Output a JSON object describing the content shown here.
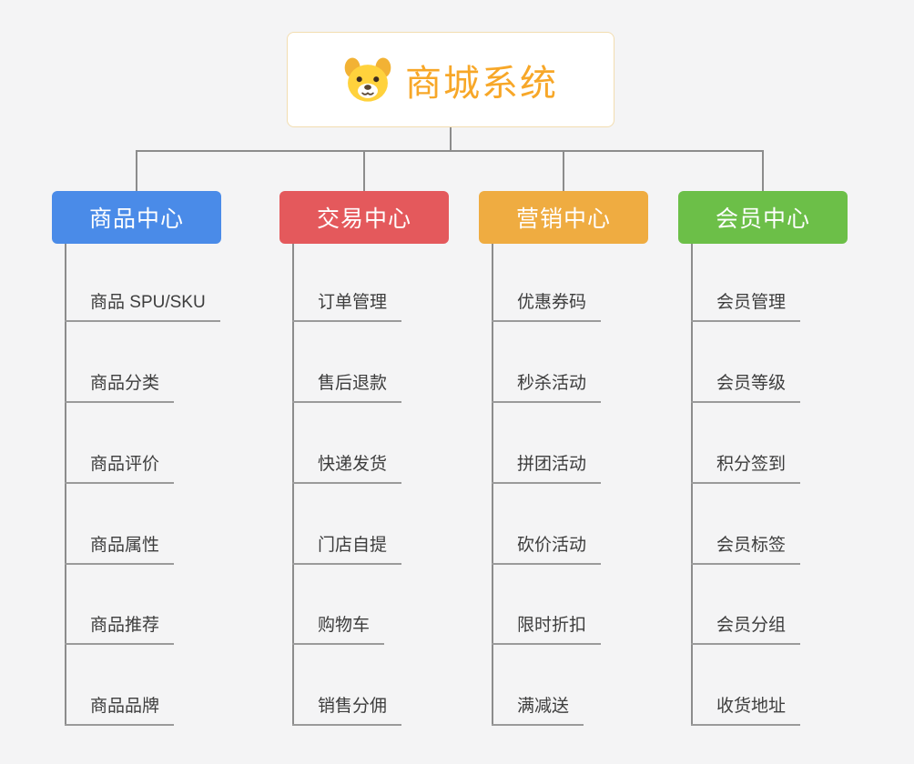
{
  "root": {
    "title": "商城系统",
    "icon": "dog-icon"
  },
  "colors": {
    "root_border": "#f2ddb0",
    "root_text": "#f7a728",
    "line": "#8c8c8c",
    "blue": "#4a8be8",
    "red": "#e4595c",
    "orange": "#efac41",
    "green": "#6cbf48"
  },
  "branches": [
    {
      "label": "商品中心",
      "color": "#4a8be8",
      "items": [
        "商品 SPU/SKU",
        "商品分类",
        "商品评价",
        "商品属性",
        "商品推荐",
        "商品品牌"
      ]
    },
    {
      "label": "交易中心",
      "color": "#e4595c",
      "items": [
        "订单管理",
        "售后退款",
        "快递发货",
        "门店自提",
        "购物车",
        "销售分佣"
      ]
    },
    {
      "label": "营销中心",
      "color": "#efac41",
      "items": [
        "优惠券码",
        "秒杀活动",
        "拼团活动",
        "砍价活动",
        "限时折扣",
        "满减送"
      ]
    },
    {
      "label": "会员中心",
      "color": "#6cbf48",
      "items": [
        "会员管理",
        "会员等级",
        "积分签到",
        "会员标签",
        "会员分组",
        "收货地址"
      ]
    }
  ]
}
